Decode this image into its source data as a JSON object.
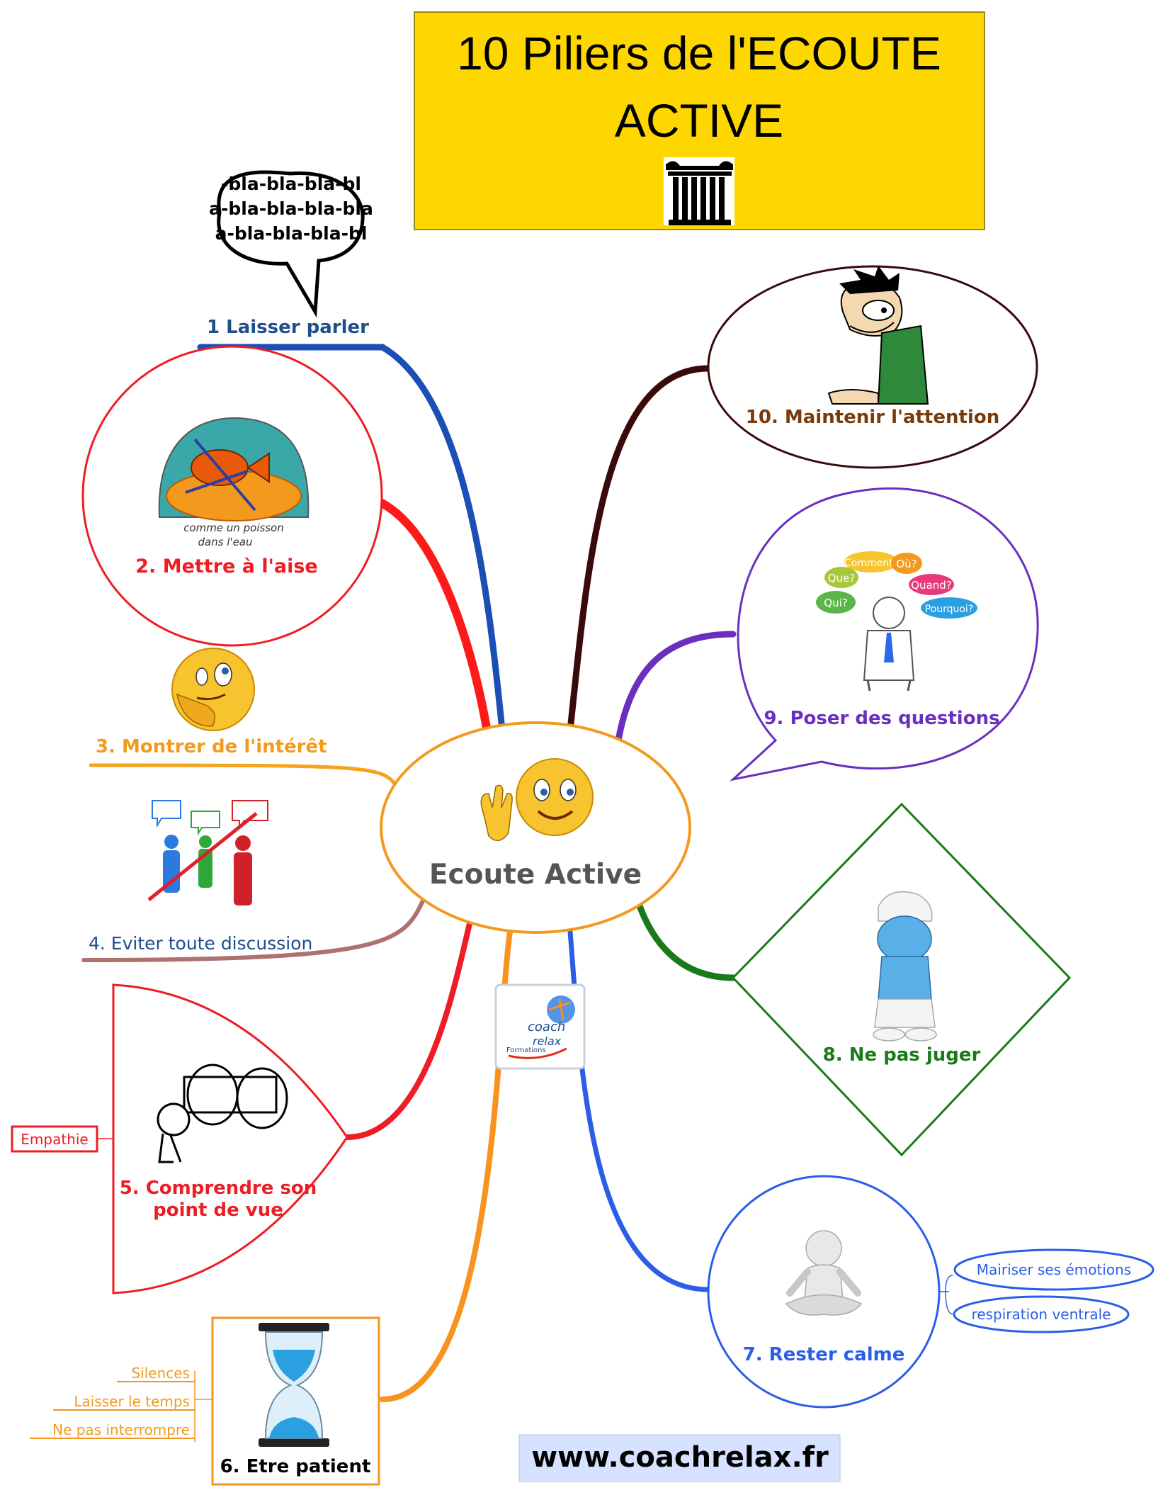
{
  "title": {
    "line1": "10 Piliers de l'ECOUTE",
    "line2": "ACTIVE",
    "bg_color": "#FFD700"
  },
  "center": {
    "label": "Ecoute Active",
    "color": "#F39A1E"
  },
  "branches": [
    {
      "id": "1",
      "label": "1 Laisser parler",
      "color": "#1B4FB5",
      "label_color": "#1F4E8C",
      "image": "bla-bla-speech-bubble"
    },
    {
      "id": "2",
      "label": "2. Mettre à l'aise",
      "color": "#FF1A1A",
      "label_color": "#EE1C24",
      "image": "fish-in-bowl"
    },
    {
      "id": "3",
      "label": "3. Montrer de l'intérêt",
      "color": "#F7A21B",
      "label_color": "#F39A1E",
      "image": "thinking-smiley"
    },
    {
      "id": "4",
      "label": "4. Eviter toute discussion",
      "color": "#B07070",
      "label_color": "#1F4E8C",
      "image": "arguing-people"
    },
    {
      "id": "5",
      "label_lines": [
        "5. Comprendre son",
        "point de vue"
      ],
      "color": "#EE1C24",
      "label_color": "#EE1C24",
      "image": "binoculars",
      "subtopics": [
        "Empathie"
      ]
    },
    {
      "id": "6",
      "label": "6. Etre patient",
      "color": "#F7931E",
      "label_color": "#000000",
      "image": "hourglass",
      "subtopics": [
        "Silences",
        "Laisser le temps",
        "Ne pas interrompre"
      ]
    },
    {
      "id": "7",
      "label": "7. Rester calme",
      "color": "#2B5EE8",
      "label_color": "#2B5EE8",
      "image": "meditating-figure",
      "subtopics": [
        "Mairiser ses émotions",
        "respiration ventrale"
      ]
    },
    {
      "id": "8",
      "label": "8. Ne pas juger",
      "color": "#1A7A1A",
      "label_color": "#1A7A1A",
      "image": "smurf"
    },
    {
      "id": "9",
      "label": "9. Poser des questions",
      "color": "#6A2FBF",
      "label_color": "#6A2FBF",
      "image": "questions-man",
      "bubbles": [
        "Comment?",
        "Où?",
        "Que?",
        "Quand?",
        "Qui?",
        "Pourquoi?"
      ]
    },
    {
      "id": "10",
      "label": "10. Maintenir l'attention",
      "color": "#3A0A0A",
      "label_color": "#7A3A0A",
      "image": "cartoon-character"
    }
  ],
  "bla_text": [
    "-bla-bla-bla-bl",
    "a-bla-bla-bla-bla",
    "a-bla-bla-bla-bl"
  ],
  "fish_caption": [
    "comme un poisson",
    "dans l'eau"
  ],
  "logo": {
    "line1": "coach",
    "line2": "relax",
    "line3": "Formations"
  },
  "website": "www.coachrelax.fr"
}
